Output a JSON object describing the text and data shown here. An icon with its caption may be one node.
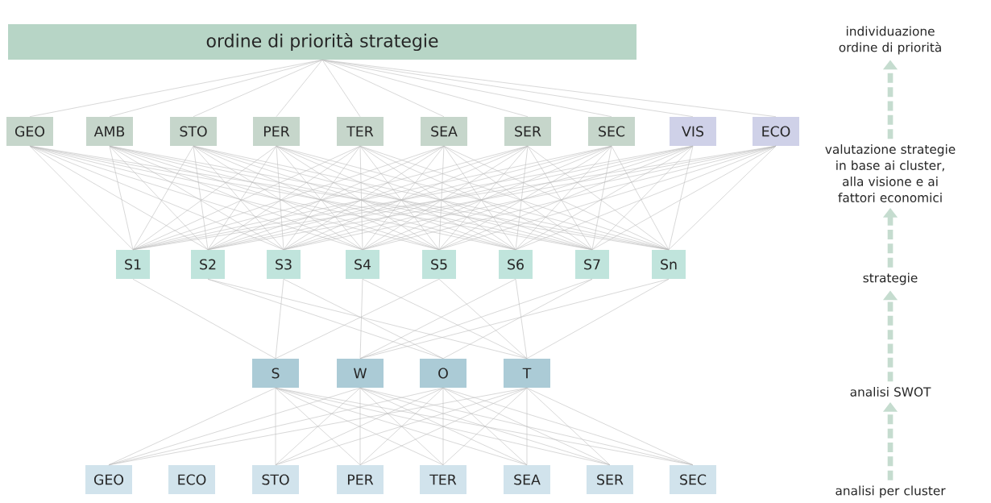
{
  "diagram": {
    "nodes": [
      {
        "text": [
          "ordine di priorità strategie"
        ]
      },
      {
        "text": [
          "GEO"
        ]
      },
      {
        "text": [
          "AMB"
        ]
      },
      {
        "text": [
          "STO"
        ]
      },
      {
        "text": [
          "PER"
        ]
      },
      {
        "text": [
          "TER"
        ]
      },
      {
        "text": [
          "SEA"
        ]
      },
      {
        "text": [
          "SER"
        ]
      },
      {
        "text": [
          "SEC"
        ]
      },
      {
        "text": [
          "VIS"
        ]
      },
      {
        "text": [
          "ECO"
        ]
      },
      {
        "text": [
          "S1"
        ]
      },
      {
        "text": [
          "S2"
        ]
      },
      {
        "text": [
          "S3"
        ]
      },
      {
        "text": [
          "S4"
        ]
      },
      {
        "text": [
          "S5"
        ]
      },
      {
        "text": [
          "S6"
        ]
      },
      {
        "text": [
          "S7"
        ]
      },
      {
        "text": [
          "Sn"
        ]
      },
      {
        "text": [
          "S"
        ]
      },
      {
        "text": [
          "W"
        ]
      },
      {
        "text": [
          "O"
        ]
      },
      {
        "text": [
          "T"
        ]
      },
      {
        "text": [
          "GEO"
        ]
      },
      {
        "text": [
          "ECO"
        ]
      },
      {
        "text": [
          "STO"
        ]
      },
      {
        "text": [
          "PER"
        ]
      },
      {
        "text": [
          "TER"
        ]
      },
      {
        "text": [
          "SEA"
        ]
      },
      {
        "text": [
          "SER"
        ]
      },
      {
        "text": [
          "SEC"
        ]
      },
      {
        "text": [
          "individuazione ordine di priorità"
        ]
      },
      {
        "text": [
          "valutazione strategie in base ai cluster, alla visione e ai fattori economici"
        ]
      },
      {
        "text": [
          "strategie"
        ]
      },
      {
        "text": [
          "analisi SWOT"
        ]
      },
      {
        "text": [
          "analisi per cluster"
        ]
      }
    ],
    "edges": [
      {
        "from": 0,
        "to": 1,
        "arrow": "none"
      },
      {
        "from": 0,
        "to": 2,
        "arrow": "none"
      },
      {
        "from": 0,
        "to": 3,
        "arrow": "none"
      },
      {
        "from": 0,
        "to": 4,
        "arrow": "none"
      },
      {
        "from": 0,
        "to": 5,
        "arrow": "none"
      },
      {
        "from": 0,
        "to": 6,
        "arrow": "none"
      },
      {
        "from": 0,
        "to": 7,
        "arrow": "none"
      },
      {
        "from": 0,
        "to": 8,
        "arrow": "none"
      },
      {
        "from": 0,
        "to": 9,
        "arrow": "none"
      },
      {
        "from": 0,
        "to": 10,
        "arrow": "none"
      },
      {
        "from": 1,
        "to": 11,
        "arrow": "none"
      },
      {
        "from": 1,
        "to": 12,
        "arrow": "none"
      },
      {
        "from": 1,
        "to": 13,
        "arrow": "none"
      },
      {
        "from": 1,
        "to": 14,
        "arrow": "none"
      },
      {
        "from": 1,
        "to": 15,
        "arrow": "none"
      },
      {
        "from": 1,
        "to": 16,
        "arrow": "none"
      },
      {
        "from": 1,
        "to": 17,
        "arrow": "none"
      },
      {
        "from": 1,
        "to": 18,
        "arrow": "none"
      },
      {
        "from": 2,
        "to": 11,
        "arrow": "none"
      },
      {
        "from": 2,
        "to": 12,
        "arrow": "none"
      },
      {
        "from": 2,
        "to": 13,
        "arrow": "none"
      },
      {
        "from": 2,
        "to": 14,
        "arrow": "none"
      },
      {
        "from": 2,
        "to": 15,
        "arrow": "none"
      },
      {
        "from": 2,
        "to": 16,
        "arrow": "none"
      },
      {
        "from": 2,
        "to": 17,
        "arrow": "none"
      },
      {
        "from": 2,
        "to": 18,
        "arrow": "none"
      },
      {
        "from": 3,
        "to": 11,
        "arrow": "none"
      },
      {
        "from": 3,
        "to": 12,
        "arrow": "none"
      },
      {
        "from": 3,
        "to": 13,
        "arrow": "none"
      },
      {
        "from": 3,
        "to": 14,
        "arrow": "none"
      },
      {
        "from": 3,
        "to": 15,
        "arrow": "none"
      },
      {
        "from": 3,
        "to": 16,
        "arrow": "none"
      },
      {
        "from": 3,
        "to": 17,
        "arrow": "none"
      },
      {
        "from": 3,
        "to": 18,
        "arrow": "none"
      },
      {
        "from": 4,
        "to": 11,
        "arrow": "none"
      },
      {
        "from": 4,
        "to": 12,
        "arrow": "none"
      },
      {
        "from": 4,
        "to": 13,
        "arrow": "none"
      },
      {
        "from": 4,
        "to": 14,
        "arrow": "none"
      },
      {
        "from": 4,
        "to": 15,
        "arrow": "none"
      },
      {
        "from": 4,
        "to": 16,
        "arrow": "none"
      },
      {
        "from": 4,
        "to": 17,
        "arrow": "none"
      },
      {
        "from": 4,
        "to": 18,
        "arrow": "none"
      },
      {
        "from": 5,
        "to": 11,
        "arrow": "none"
      },
      {
        "from": 5,
        "to": 12,
        "arrow": "none"
      },
      {
        "from": 5,
        "to": 13,
        "arrow": "none"
      },
      {
        "from": 5,
        "to": 14,
        "arrow": "none"
      },
      {
        "from": 5,
        "to": 15,
        "arrow": "none"
      },
      {
        "from": 5,
        "to": 16,
        "arrow": "none"
      },
      {
        "from": 5,
        "to": 17,
        "arrow": "none"
      },
      {
        "from": 5,
        "to": 18,
        "arrow": "none"
      },
      {
        "from": 6,
        "to": 11,
        "arrow": "none"
      },
      {
        "from": 6,
        "to": 12,
        "arrow": "none"
      },
      {
        "from": 6,
        "to": 13,
        "arrow": "none"
      },
      {
        "from": 6,
        "to": 14,
        "arrow": "none"
      },
      {
        "from": 6,
        "to": 15,
        "arrow": "none"
      },
      {
        "from": 6,
        "to": 16,
        "arrow": "none"
      },
      {
        "from": 6,
        "to": 17,
        "arrow": "none"
      },
      {
        "from": 6,
        "to": 18,
        "arrow": "none"
      },
      {
        "from": 7,
        "to": 11,
        "arrow": "none"
      },
      {
        "from": 7,
        "to": 12,
        "arrow": "none"
      },
      {
        "from": 7,
        "to": 13,
        "arrow": "none"
      },
      {
        "from": 7,
        "to": 14,
        "arrow": "none"
      },
      {
        "from": 7,
        "to": 15,
        "arrow": "none"
      },
      {
        "from": 7,
        "to": 16,
        "arrow": "none"
      },
      {
        "from": 7,
        "to": 17,
        "arrow": "none"
      },
      {
        "from": 7,
        "to": 18,
        "arrow": "none"
      },
      {
        "from": 8,
        "to": 11,
        "arrow": "none"
      },
      {
        "from": 8,
        "to": 12,
        "arrow": "none"
      },
      {
        "from": 8,
        "to": 13,
        "arrow": "none"
      },
      {
        "from": 8,
        "to": 14,
        "arrow": "none"
      },
      {
        "from": 8,
        "to": 15,
        "arrow": "none"
      },
      {
        "from": 8,
        "to": 16,
        "arrow": "none"
      },
      {
        "from": 8,
        "to": 17,
        "arrow": "none"
      },
      {
        "from": 8,
        "to": 18,
        "arrow": "none"
      },
      {
        "from": 9,
        "to": 11,
        "arrow": "none"
      },
      {
        "from": 9,
        "to": 12,
        "arrow": "none"
      },
      {
        "from": 9,
        "to": 13,
        "arrow": "none"
      },
      {
        "from": 9,
        "to": 14,
        "arrow": "none"
      },
      {
        "from": 9,
        "to": 15,
        "arrow": "none"
      },
      {
        "from": 9,
        "to": 16,
        "arrow": "none"
      },
      {
        "from": 9,
        "to": 17,
        "arrow": "none"
      },
      {
        "from": 9,
        "to": 18,
        "arrow": "none"
      },
      {
        "from": 10,
        "to": 11,
        "arrow": "none"
      },
      {
        "from": 10,
        "to": 12,
        "arrow": "none"
      },
      {
        "from": 10,
        "to": 13,
        "arrow": "none"
      },
      {
        "from": 10,
        "to": 14,
        "arrow": "none"
      },
      {
        "from": 10,
        "to": 15,
        "arrow": "none"
      },
      {
        "from": 10,
        "to": 16,
        "arrow": "none"
      },
      {
        "from": 10,
        "to": 17,
        "arrow": "none"
      },
      {
        "from": 10,
        "to": 18,
        "arrow": "none"
      },
      {
        "from": 11,
        "to": 19,
        "arrow": "none"
      },
      {
        "from": 12,
        "to": 21,
        "arrow": "none"
      },
      {
        "from": 12,
        "to": 22,
        "arrow": "none"
      },
      {
        "from": 13,
        "to": 19,
        "arrow": "none"
      },
      {
        "from": 13,
        "to": 21,
        "arrow": "none"
      },
      {
        "from": 14,
        "to": 20,
        "arrow": "none"
      },
      {
        "from": 14,
        "to": 22,
        "arrow": "none"
      },
      {
        "from": 15,
        "to": 19,
        "arrow": "none"
      },
      {
        "from": 15,
        "to": 22,
        "arrow": "none"
      },
      {
        "from": 16,
        "to": 20,
        "arrow": "none"
      },
      {
        "from": 16,
        "to": 22,
        "arrow": "none"
      },
      {
        "from": 17,
        "to": 20,
        "arrow": "none"
      },
      {
        "from": 17,
        "to": 21,
        "arrow": "none"
      },
      {
        "from": 18,
        "to": 20,
        "arrow": "none"
      },
      {
        "from": 18,
        "to": 22,
        "arrow": "none"
      },
      {
        "from": 19,
        "to": 23,
        "arrow": "none"
      },
      {
        "from": 19,
        "to": 25,
        "arrow": "none"
      },
      {
        "from": 19,
        "to": 26,
        "arrow": "none"
      },
      {
        "from": 19,
        "to": 27,
        "arrow": "none"
      },
      {
        "from": 19,
        "to": 28,
        "arrow": "none"
      },
      {
        "from": 19,
        "to": 29,
        "arrow": "none"
      },
      {
        "from": 19,
        "to": 30,
        "arrow": "none"
      },
      {
        "from": 20,
        "to": 23,
        "arrow": "none"
      },
      {
        "from": 20,
        "to": 25,
        "arrow": "none"
      },
      {
        "from": 20,
        "to": 26,
        "arrow": "none"
      },
      {
        "from": 20,
        "to": 27,
        "arrow": "none"
      },
      {
        "from": 20,
        "to": 28,
        "arrow": "none"
      },
      {
        "from": 20,
        "to": 29,
        "arrow": "none"
      },
      {
        "from": 20,
        "to": 30,
        "arrow": "none"
      },
      {
        "from": 21,
        "to": 23,
        "arrow": "none"
      },
      {
        "from": 21,
        "to": 25,
        "arrow": "none"
      },
      {
        "from": 21,
        "to": 26,
        "arrow": "none"
      },
      {
        "from": 21,
        "to": 27,
        "arrow": "none"
      },
      {
        "from": 21,
        "to": 28,
        "arrow": "none"
      },
      {
        "from": 21,
        "to": 29,
        "arrow": "none"
      },
      {
        "from": 21,
        "to": 30,
        "arrow": "none"
      },
      {
        "from": 22,
        "to": 23,
        "arrow": "none"
      },
      {
        "from": 22,
        "to": 25,
        "arrow": "none"
      },
      {
        "from": 22,
        "to": 26,
        "arrow": "none"
      },
      {
        "from": 22,
        "to": 27,
        "arrow": "none"
      },
      {
        "from": 22,
        "to": 28,
        "arrow": "none"
      },
      {
        "from": 22,
        "to": 29,
        "arrow": "none"
      },
      {
        "from": 22,
        "to": 30,
        "arrow": "none"
      },
      {
        "from": 35,
        "to": 34,
        "arrow": "to",
        "style": "dashed",
        "color": "#c5dccf"
      },
      {
        "from": 34,
        "to": 33,
        "arrow": "to",
        "style": "dashed",
        "color": "#c5dccf"
      },
      {
        "from": 33,
        "to": 32,
        "arrow": "to",
        "style": "dashed",
        "color": "#c5dccf"
      },
      {
        "from": 32,
        "to": 31,
        "arrow": "to",
        "style": "dashed",
        "color": "#c5dccf"
      }
    ]
  }
}
